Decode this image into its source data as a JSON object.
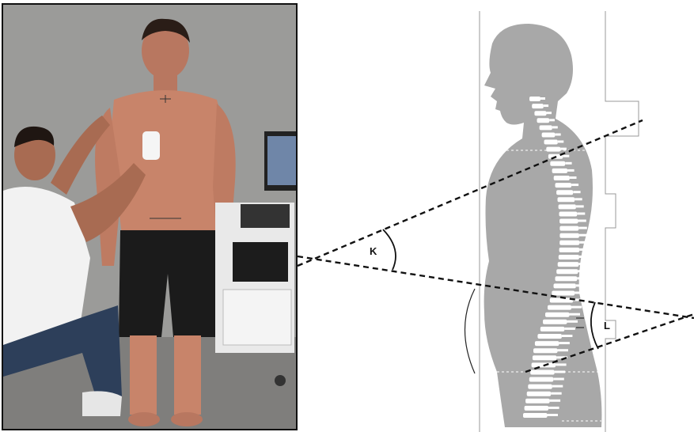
{
  "figure": {
    "angle_k_label": "K",
    "angle_l_label": "L"
  },
  "colors": {
    "silhouette": "#a8a8a8",
    "background_wall": "#9a9a98",
    "skin": "#c8846a",
    "shorts": "#1b1b1b",
    "shirt": "#f2f2f2",
    "jeans": "#2d3f5a",
    "line": "#111111",
    "vertebra": "#ffffff"
  },
  "icons": {
    "photo": "clinician-measuring-spine-photo",
    "silhouette": "human-side-silhouette-icon",
    "spine": "spine-icon"
  }
}
